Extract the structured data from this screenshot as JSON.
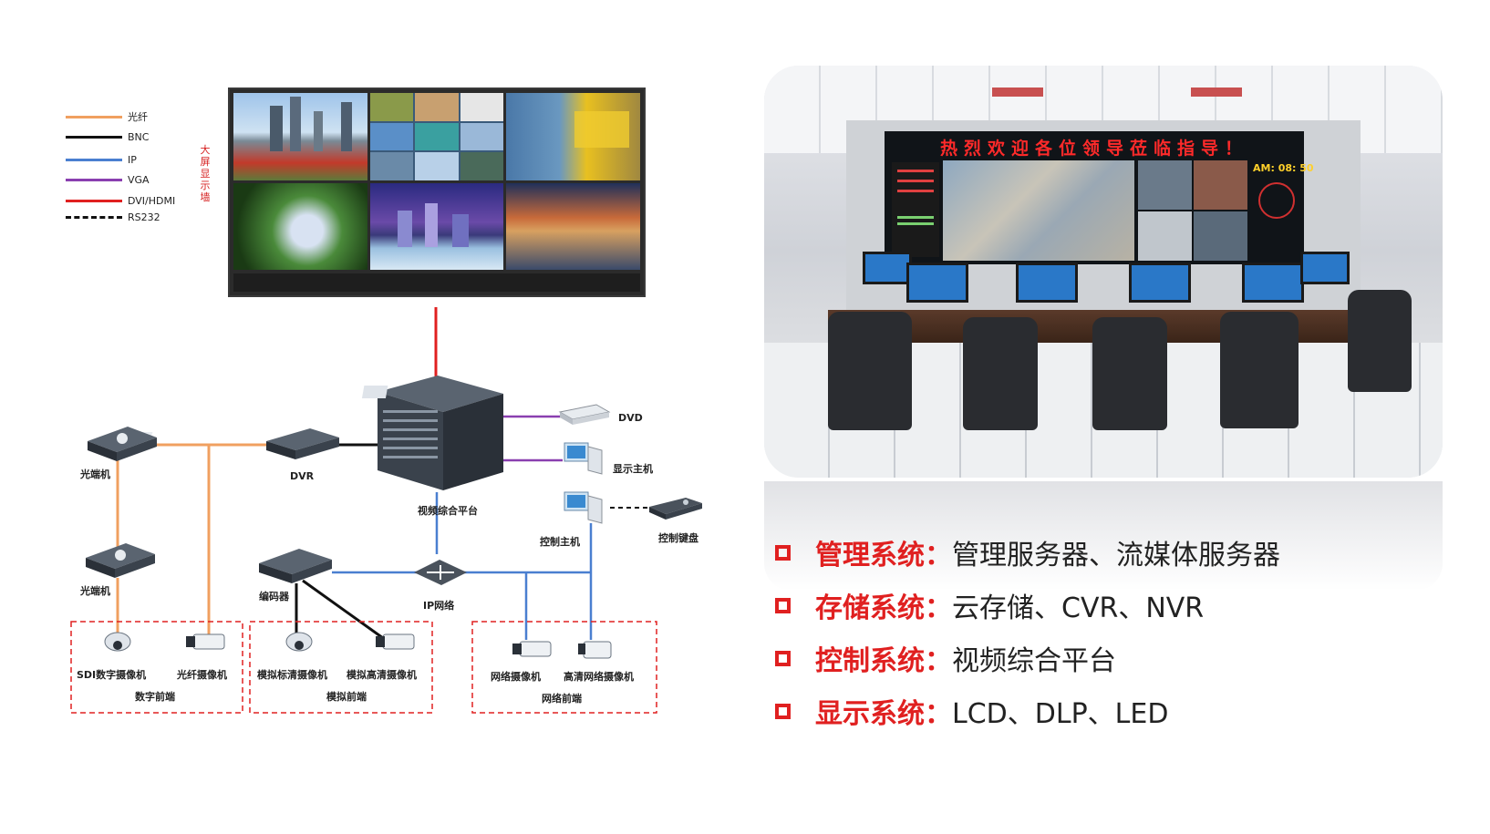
{
  "legend": [
    {
      "label": "光纤",
      "color": "#f0a060",
      "style": "solid"
    },
    {
      "label": "BNC",
      "color": "#111111",
      "style": "solid"
    },
    {
      "label": "IP",
      "color": "#4a7fd0",
      "style": "solid"
    },
    {
      "label": "VGA",
      "color": "#8a3fb0",
      "style": "solid"
    },
    {
      "label": "DVI/HDMI",
      "color": "#e02020",
      "style": "solid"
    },
    {
      "label": "RS232",
      "color": "#111111",
      "style": "dashed"
    }
  ],
  "video_wall": {
    "side_label": "大屏显示墙"
  },
  "devices": {
    "dvd": "DVD",
    "display_host": "显示主机",
    "control_host": "控制主机",
    "control_keyboard": "控制键盘",
    "platform": "视频综合平台",
    "dvr": "DVR",
    "optical_transceiver_top": "光端机",
    "optical_transceiver_bottom": "光端机",
    "encoder": "编码器",
    "ip_network": "IP网络"
  },
  "front_ends": [
    {
      "cameras": [
        "SDI数字摄像机",
        "光纤摄像机"
      ],
      "group": "数字前端"
    },
    {
      "cameras": [
        "模拟标清摄像机",
        "模拟高清摄像机"
      ],
      "group": "模拟前端"
    },
    {
      "cameras": [
        "网络摄像机",
        "高清网络摄像机"
      ],
      "group": "网络前端"
    }
  ],
  "photo": {
    "banner": "热烈欢迎各位领导莅临指导！",
    "clock": "AM: 08: 50"
  },
  "systems": [
    {
      "name": "管理系统：",
      "desc": "管理服务器、流媒体服务器"
    },
    {
      "name": "存储系统：",
      "desc": "云存储、CVR、NVR"
    },
    {
      "name": "控制系统：",
      "desc": "视频综合平台"
    },
    {
      "name": "显示系统：",
      "desc": "LCD、DLP、LED"
    }
  ],
  "colors": {
    "accent": "#e02020",
    "text": "#222222"
  }
}
